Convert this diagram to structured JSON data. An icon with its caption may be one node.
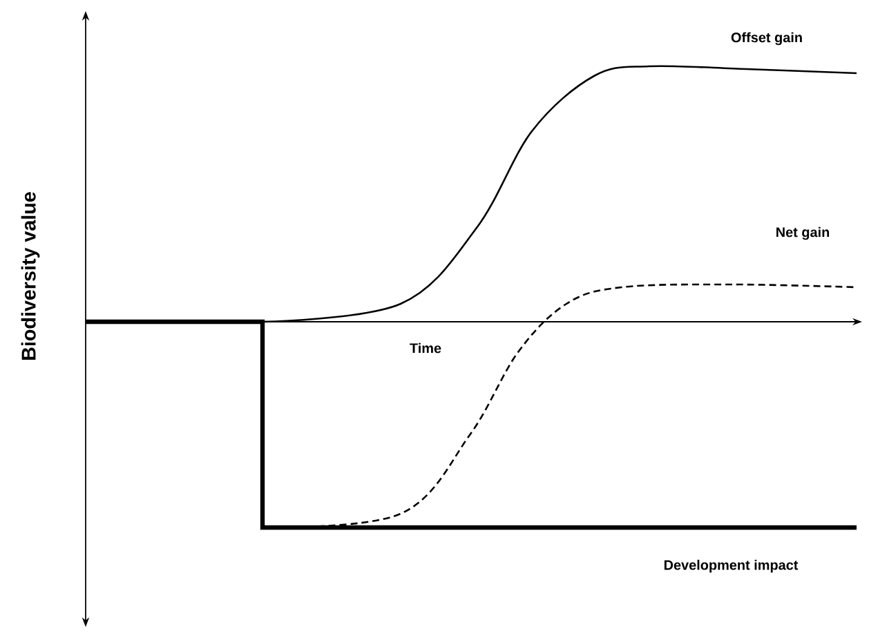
{
  "diagram": {
    "labels": [
      "Offset gain",
      "Net gain",
      "Time",
      "Development impact",
      "Biodiversity value"
    ]
  }
}
